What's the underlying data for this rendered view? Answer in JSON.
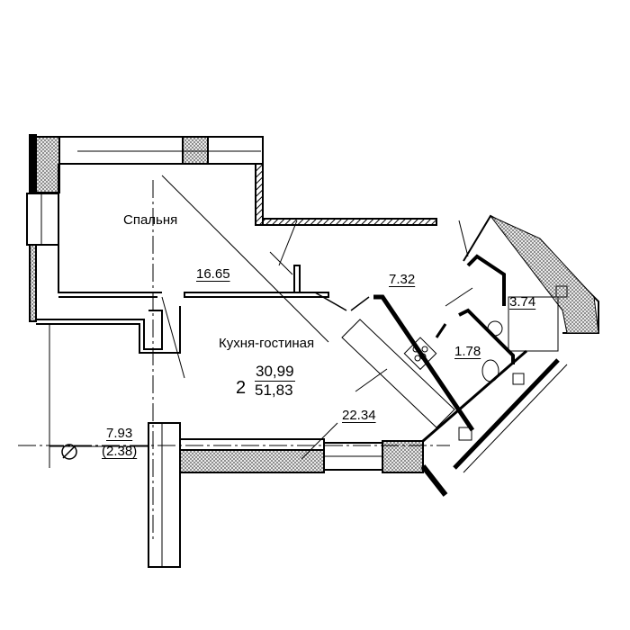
{
  "rooms": {
    "bedroom": {
      "name": "Спальня",
      "area": "16.65"
    },
    "hall": {
      "area": "7.32"
    },
    "bathroom": {
      "area": "3.74"
    },
    "toilet": {
      "area": "1.78"
    },
    "kitchen_living": {
      "name": "Кухня-гостиная",
      "area": "22.34"
    },
    "loggia": {
      "area": "7.93",
      "reduced_area": "(2.38)"
    }
  },
  "summary": {
    "room_count": "2",
    "living_area": "30,99",
    "total_area": "51,83"
  },
  "colors": {
    "wall": "#000000",
    "background": "#ffffff"
  }
}
